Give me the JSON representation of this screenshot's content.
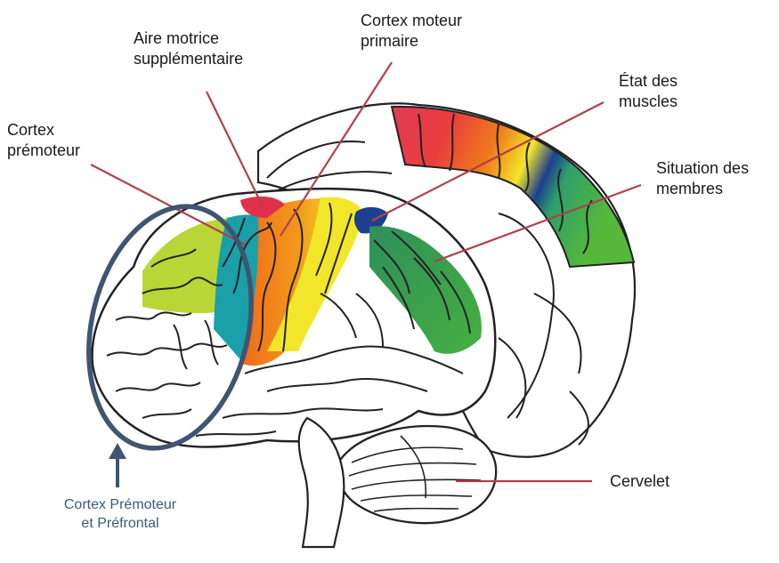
{
  "labels": {
    "sma_line1": "Aire motrice",
    "sma_line2": "supplémentaire",
    "m1_line1": "Cortex moteur",
    "m1_line2": "primaire",
    "muscles_line1": "État des",
    "muscles_line2": "muscles",
    "premotor_line1": "Cortex",
    "premotor_line2": "prémoteur",
    "limbs_line1": "Situation des",
    "limbs_line2": "membres",
    "cerebellum": "Cervelet",
    "highlight_line1": "Cortex Prémoteur",
    "highlight_line2": "et Préfrontal"
  },
  "colors": {
    "pointer_line": "#b0404a",
    "highlight_ellipse": "#3f5573",
    "highlight_text": "#3a5a80",
    "region_red": "#e0304a",
    "region_orange": "#f07a1a",
    "region_yellow": "#f2e62a",
    "region_lime": "#b9d636",
    "region_teal": "#1aa0a8",
    "region_blue": "#1d3f8f",
    "region_green": "#2f9a55"
  }
}
